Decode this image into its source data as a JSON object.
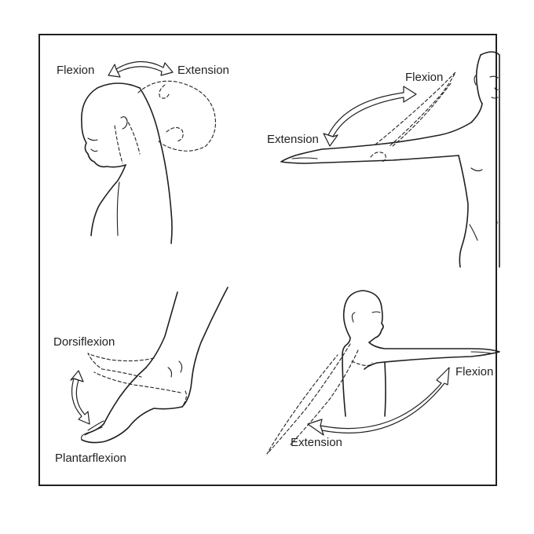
{
  "panels": {
    "neck": {
      "flexion_label": "Flexion",
      "extension_label": "Extension"
    },
    "shoulder_side": {
      "flexion_label": "Flexion",
      "extension_label": "Extension"
    },
    "ankle": {
      "dorsiflexion_label": "Dorsiflexion",
      "plantarflexion_label": "Plantarflexion"
    },
    "shoulder_front": {
      "flexion_label": "Flexion",
      "extension_label": "Extension"
    }
  }
}
